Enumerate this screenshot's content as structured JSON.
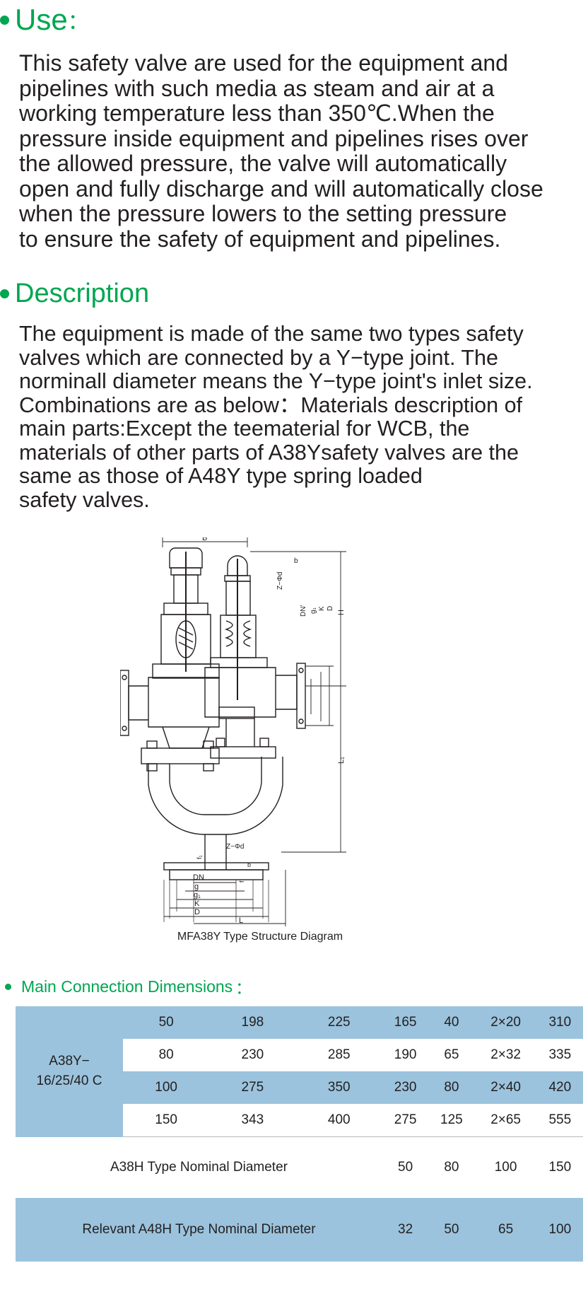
{
  "use": {
    "heading": "Use",
    "colon": "：",
    "lines": [
      "This safety valve are used for the equipment and",
      "pipelines with such media as steam and air at a",
      "working temperature less than 350℃.When the",
      "pressure inside equipment and pipelines rises over",
      "the allowed pressure, the valve will automatically",
      "open and fully discharge and will automatically close",
      "when the pressure lowers to the setting pressure",
      "to ensure the safety of equipment and pipelines."
    ]
  },
  "description": {
    "heading": "Description",
    "lines": [
      "The equipment is made of the same two types safety",
      "valves which are connected by a Y−type joint. The",
      "norminall diameter means the  Y−type joint's inlet size.",
      "Combinations are as below：Materials description of",
      "main parts:Except the teematerial for WCB, the",
      "materials of other parts of A38Ysafety valves are the",
      "same as those of A48Y type spring loaded",
      "safety valves."
    ]
  },
  "diagram": {
    "caption": "MFA38Y Type Structure Diagram",
    "labels": {
      "B": "B",
      "H": "H",
      "L1": "L₁",
      "L": "L",
      "b_top": "b",
      "b_bot": "b",
      "zphid_top": "Z−Φd",
      "zphid_bot": "Z−Φd",
      "dn_prime": "DN'",
      "g1_side": "g₁",
      "k_side": "K",
      "d_side": "D",
      "f1": "f₁",
      "f": "f",
      "dn": "DN",
      "g": "g",
      "g1": "g₁",
      "k": "K",
      "d": "D"
    }
  },
  "dimensions": {
    "heading": "Main Connection Dimensions",
    "colon": "：",
    "model_line1": "A38Y−",
    "model_line2": "16/25/40 C",
    "rows": [
      [
        "50",
        "198",
        "225",
        "165",
        "40",
        "2×20",
        "310"
      ],
      [
        "80",
        "230",
        "285",
        "190",
        "65",
        "2×32",
        "335"
      ],
      [
        "100",
        "275",
        "350",
        "230",
        "80",
        "2×40",
        "420"
      ],
      [
        "150",
        "343",
        "400",
        "275",
        "125",
        "2×65",
        "555"
      ]
    ],
    "nominal_label": "A38H Type Nominal Diameter",
    "nominal_values": [
      "50",
      "80",
      "100",
      "150"
    ],
    "relevant_label": "Relevant A48H Type Nominal Diameter",
    "relevant_values": [
      "32",
      "50",
      "65",
      "100"
    ]
  }
}
